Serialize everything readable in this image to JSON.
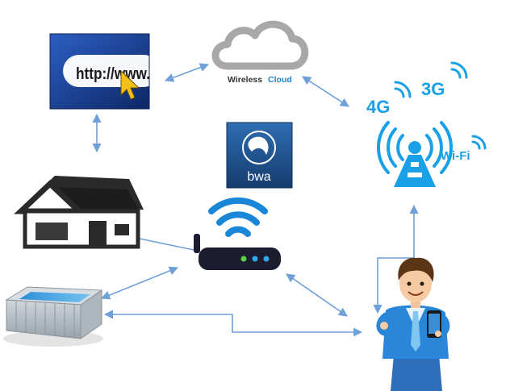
{
  "url_banner": {
    "text": "http://www."
  },
  "cloud": {
    "label_part1": "Wireless",
    "label_part2": "Cloud"
  },
  "tower": {
    "labels": {
      "4g": "4G",
      "3g": "3G",
      "wifi": "Wi-Fi"
    }
  },
  "bwa_logo": {
    "text": "bwa"
  },
  "colors": {
    "connector": "#6fa0d8",
    "cloud_gray": "#a8a8a8",
    "wireless_blue": "#1a86d8",
    "tower_blue": "#1aa0e6",
    "house_dark": "#2a2a2a",
    "banner_navy": "#163a86",
    "router_dark": "#1c1c30",
    "bwa_navy": "#1d4f8c"
  },
  "icons": [
    "browser-url-icon",
    "cloud-icon",
    "cell-tower-icon",
    "bwa-logo-icon",
    "house-icon",
    "router-icon",
    "hot-tub-icon",
    "person-with-phone-icon"
  ]
}
